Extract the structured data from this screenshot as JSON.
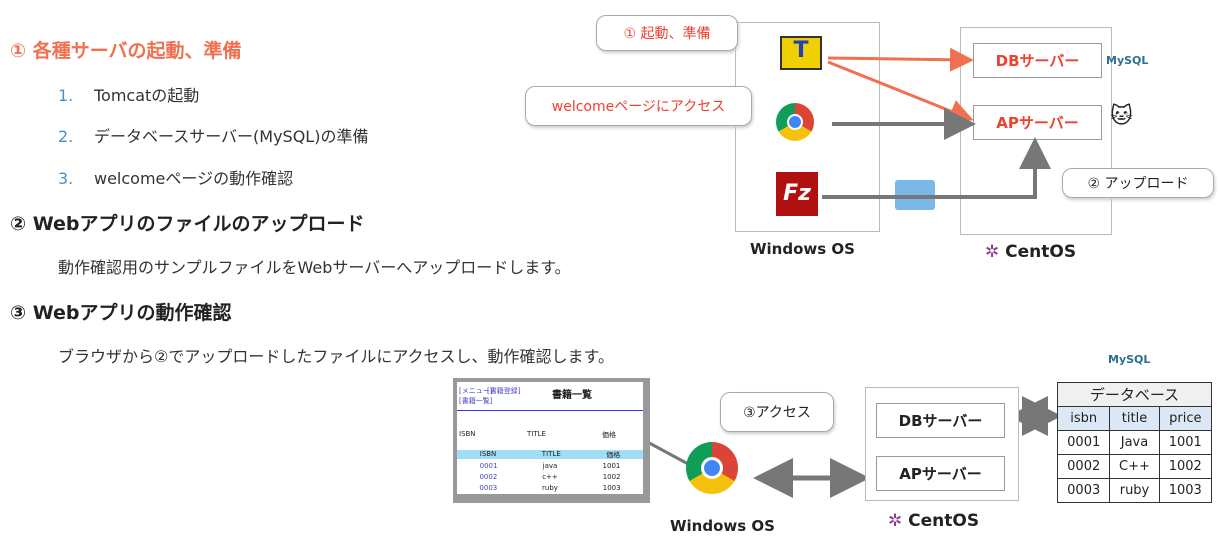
{
  "steps": {
    "s1_title": "① 各種サーバの起動、準備",
    "s1_items": [
      {
        "n": "1.",
        "t": "Tomcatの起動"
      },
      {
        "n": "2.",
        "t": "データベースサーバー(MySQL)の準備"
      },
      {
        "n": "3.",
        "t": "welcomeページの動作確認"
      }
    ],
    "s2_title": "② Webアプリのファイルのアップロード",
    "s2_desc": "動作確認用のサンプルファイルをWebサーバーへアップロードします。",
    "s3_title": "③ Webアプリの動作確認",
    "s3_desc": "ブラウザから②でアップロードしたファイルにアクセスし、動作確認します。"
  },
  "top": {
    "callout1": "① 起動、準備",
    "callout2": "welcomeページにアクセス",
    "callout3": "② アップロード",
    "db": "DBサーバー",
    "ap": "APサーバー",
    "windows": "Windows OS",
    "centos": "CentOS",
    "mysql": "MySQL",
    "tera": "T",
    "filezilla": "Fz"
  },
  "bottom": {
    "callout": "③アクセス",
    "db": "DBサーバー",
    "ap": "APサーバー",
    "windows": "Windows OS",
    "centos": "CentOS",
    "mysql": "MySQL",
    "table_title": "データベース",
    "headers": [
      "isbn",
      "title",
      "price"
    ],
    "rows": [
      [
        "0001",
        "Java",
        "1001"
      ],
      [
        "0002",
        "C++",
        "1002"
      ],
      [
        "0003",
        "ruby",
        "1003"
      ]
    ]
  },
  "mini": {
    "links": [
      "[メニュー]",
      "[書籍登録]",
      "[書籍一覧]"
    ],
    "title": "書籍一覧",
    "fields": [
      "ISBN",
      "TITLE",
      "価格"
    ],
    "headers": [
      "ISBN",
      "TITLE",
      "価格"
    ],
    "rows": [
      [
        "0001",
        "java",
        "1001"
      ],
      [
        "0002",
        "c++",
        "1002"
      ],
      [
        "0003",
        "ruby",
        "1003"
      ]
    ]
  },
  "colors": {
    "accent": "#f07050",
    "arrow": "#777777"
  }
}
